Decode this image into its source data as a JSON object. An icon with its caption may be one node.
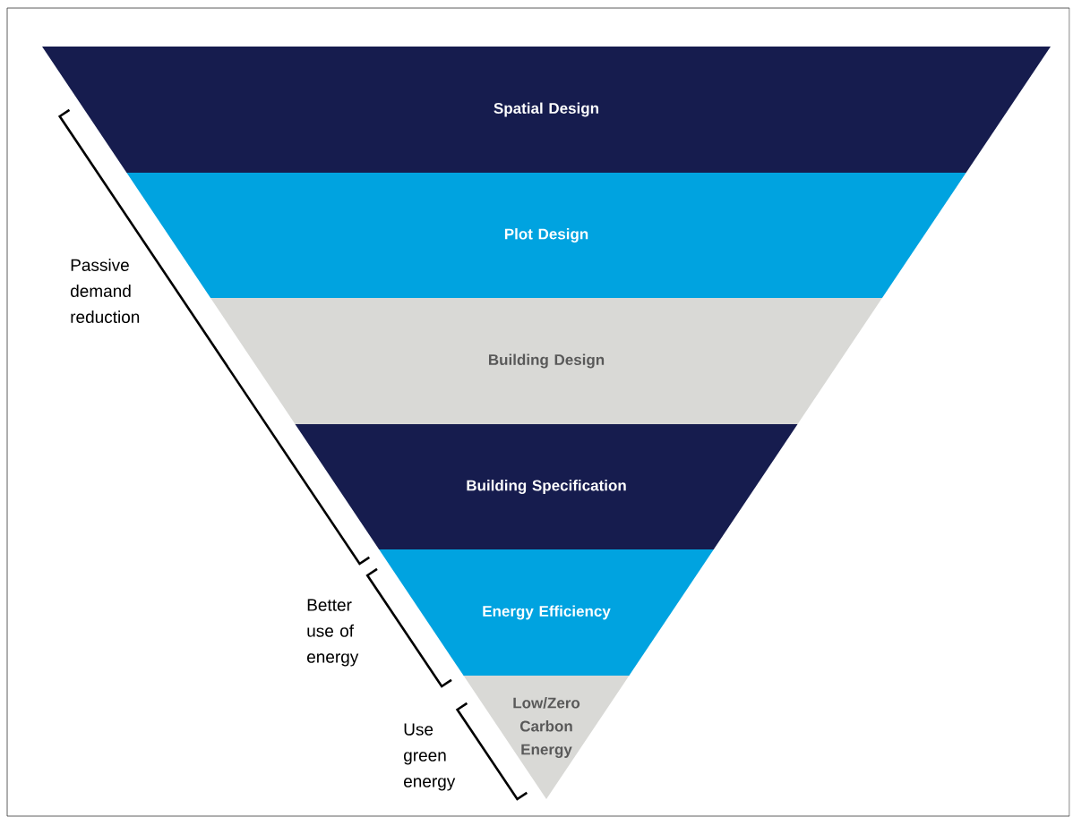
{
  "diagram": {
    "nodes": [
      {
        "text": [
          "Spatial Design"
        ]
      },
      {
        "text": [
          "Plot Design"
        ]
      },
      {
        "text": [
          "Building Design"
        ]
      },
      {
        "text": [
          "Building Specification"
        ]
      },
      {
        "text": [
          "Energy Efficiency"
        ]
      },
      {
        "text": [
          "Low/Zero Carbon Energy"
        ]
      }
    ],
    "labels": [
      "Passive demand reduction",
      "Better use of energy",
      "Use green energy"
    ]
  }
}
